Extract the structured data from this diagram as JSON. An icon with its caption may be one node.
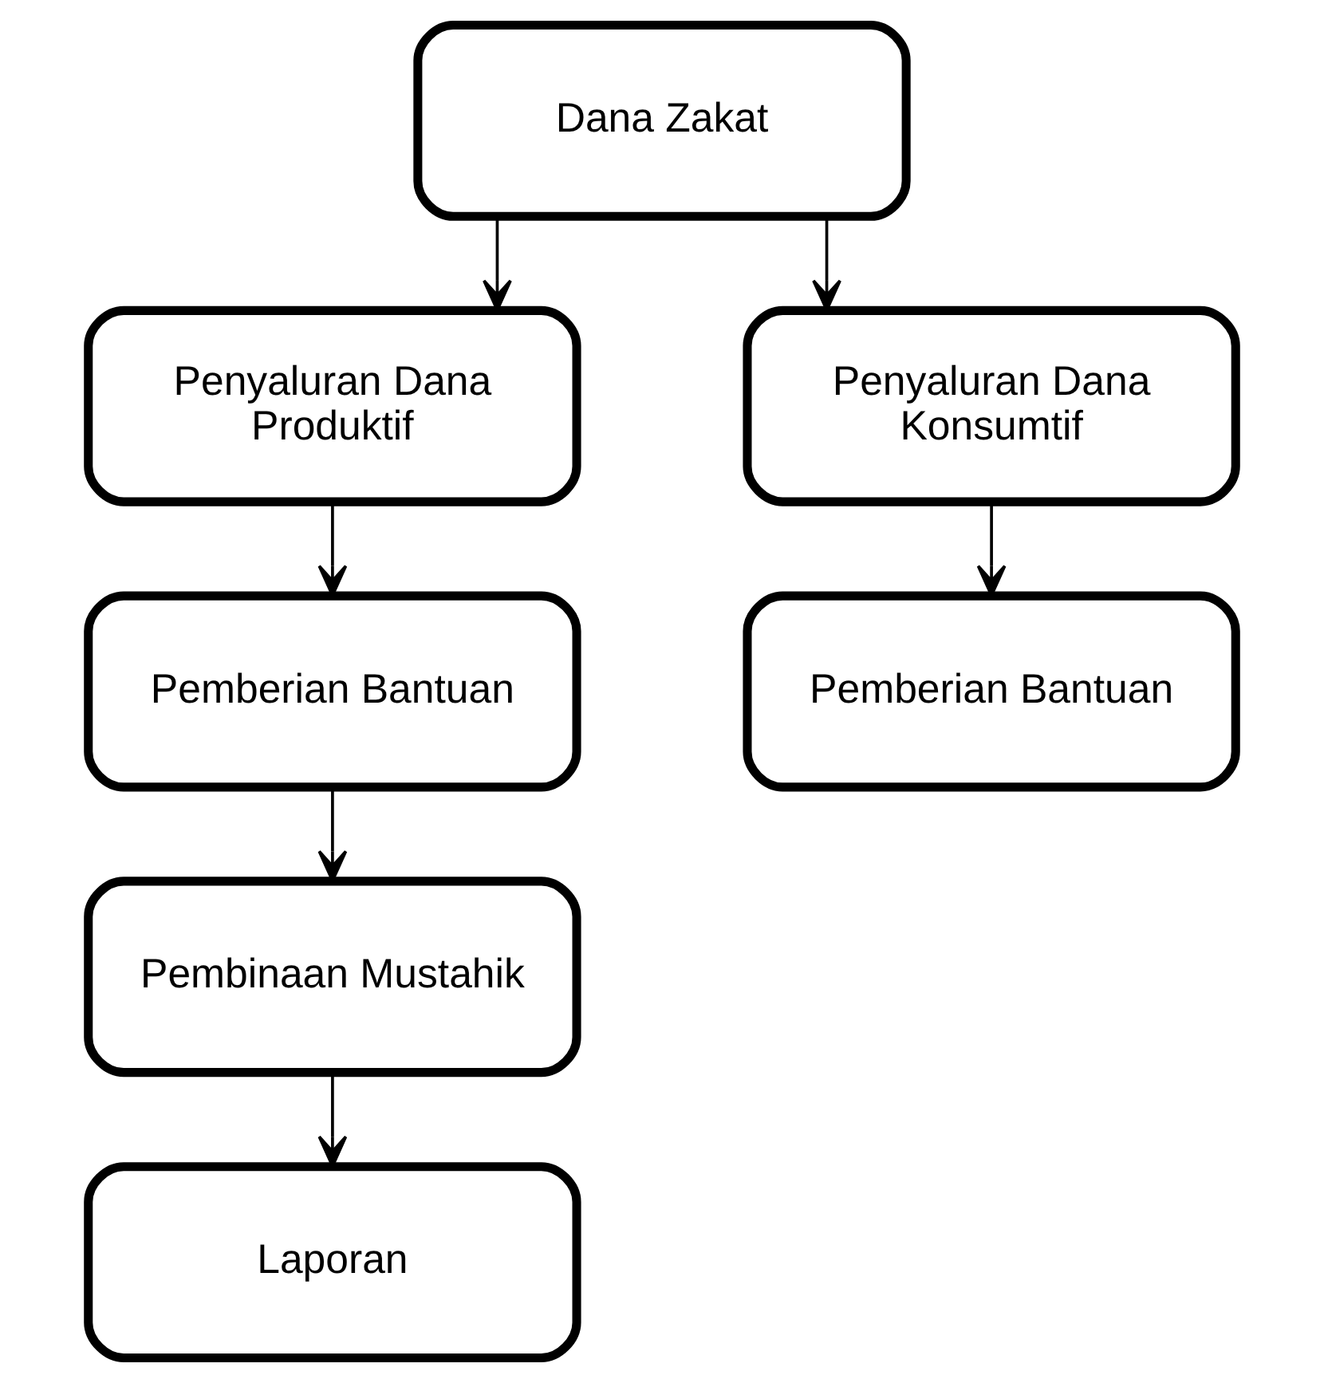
{
  "diagram": {
    "nodes": [
      {
        "text": [
          "Dana Zakat"
        ]
      },
      {
        "text": [
          "Penyaluran Dana Produktif"
        ]
      },
      {
        "text": [
          "Penyaluran Dana Konsumtif"
        ]
      },
      {
        "text": [
          "Pemberian Bantuan"
        ]
      },
      {
        "text": [
          "Pemberian Bantuan"
        ]
      },
      {
        "text": [
          "Pembinaan Mustahik"
        ]
      },
      {
        "text": [
          "Laporan"
        ]
      }
    ],
    "edges": [
      {
        "from": 0,
        "to": 1,
        "arrow": "to"
      },
      {
        "from": 0,
        "to": 2,
        "arrow": "to"
      },
      {
        "from": 1,
        "to": 3,
        "arrow": "to"
      },
      {
        "from": 2,
        "to": 4,
        "arrow": "to"
      },
      {
        "from": 3,
        "to": 5,
        "arrow": "to"
      },
      {
        "from": 5,
        "to": 6,
        "arrow": "to"
      }
    ]
  }
}
